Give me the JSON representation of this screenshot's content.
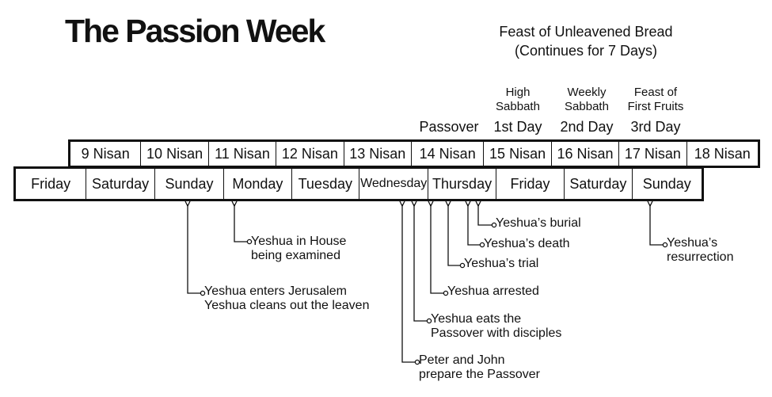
{
  "title": "The Passion Week",
  "feast": {
    "line1": "Feast of Unleavened Bread",
    "line2": "(Continues for 7 Days)"
  },
  "headers": {
    "passover": "Passover",
    "high_sabbath": [
      "High",
      "Sabbath"
    ],
    "weekly_sabbath": [
      "Weekly",
      "Sabbath"
    ],
    "first_fruits": [
      "Feast of",
      "First Fruits"
    ],
    "day1": "1st Day",
    "day2": "2nd Day",
    "day3": "3rd Day"
  },
  "nisan": [
    "9 Nisan",
    "10 Nisan",
    "11 Nisan",
    "12 Nisan",
    "13 Nisan",
    "14 Nisan",
    "15 Nisan",
    "16 Nisan",
    "17 Nisan",
    "18 Nisan"
  ],
  "weekdays": [
    "Friday",
    "Saturday",
    "Sunday",
    "Monday",
    "Tuesday",
    "Wednesday",
    "Thursday",
    "Friday",
    "Saturday",
    "Sunday"
  ],
  "events": {
    "enters": [
      "Yeshua enters Jerusalem",
      "Yeshua cleans out the leaven"
    ],
    "house": [
      "Yeshua in House",
      "being examined"
    ],
    "prepare": [
      "Peter and John",
      "prepare the Passover"
    ],
    "eats": [
      "Yeshua eats the",
      "Passover with disciples"
    ],
    "arrested": [
      "Yeshua arrested"
    ],
    "trial": [
      "Yeshua’s trial"
    ],
    "death": [
      "Yeshua’s death"
    ],
    "burial": [
      "Yeshua’s burial"
    ],
    "resurrection": [
      "Yeshua’s",
      "resurrection"
    ]
  }
}
